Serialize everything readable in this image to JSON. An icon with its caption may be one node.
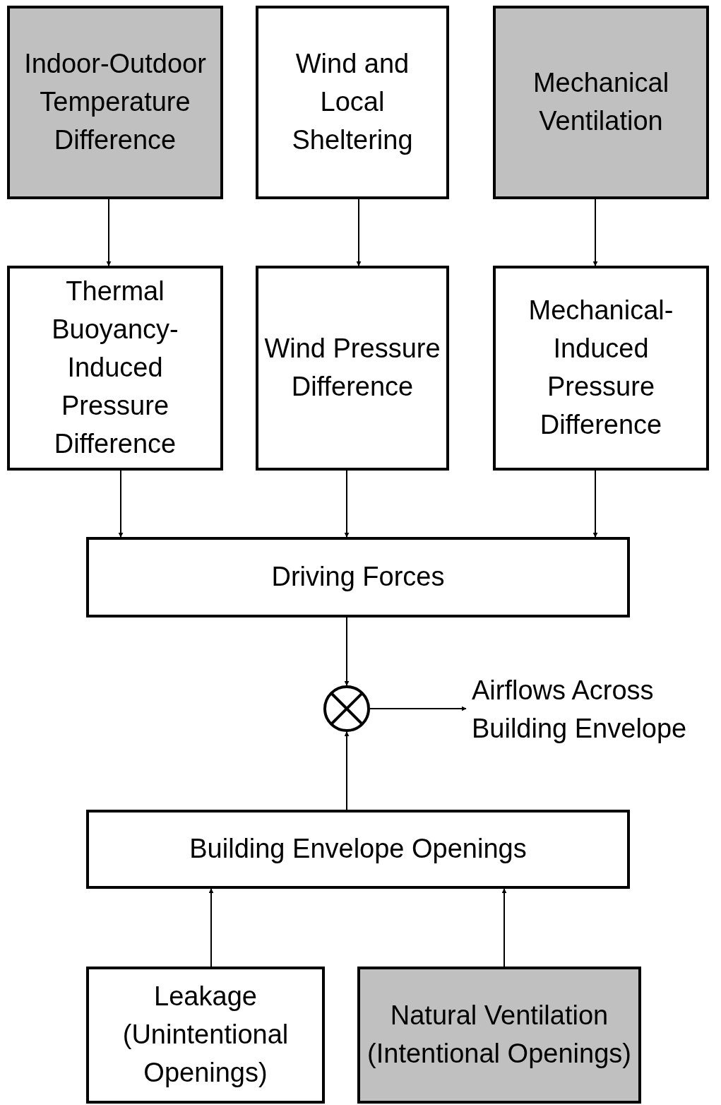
{
  "diagram": {
    "nodes": [
      {
        "text": [
          "Indoor-Outdoor Temperature Difference"
        ]
      },
      {
        "text": [
          "Wind and Local Sheltering"
        ]
      },
      {
        "text": [
          "Mechanical Ventilation"
        ]
      },
      {
        "text": [
          "Thermal Buoyancy-Induced Pressure Difference"
        ]
      },
      {
        "text": [
          "Wind Pressure Difference"
        ]
      },
      {
        "text": [
          "Mechanical-Induced Pressure Difference"
        ]
      },
      {
        "text": [
          "Driving Forces"
        ]
      },
      {
        "text": [],
        "shape": "circle"
      },
      {
        "text": [
          "Airflows Across Building Envelope"
        ]
      },
      {
        "text": [
          "Building Envelope Openings"
        ]
      },
      {
        "text": [
          "Leakage (Unintentional Openings)"
        ]
      },
      {
        "text": [
          "Natural Ventilation (Intentional Openings)"
        ]
      }
    ],
    "edges": [
      {
        "from": 0,
        "to": 3,
        "arrow": "to"
      },
      {
        "from": 1,
        "to": 4,
        "arrow": "to"
      },
      {
        "from": 2,
        "to": 5,
        "arrow": "to"
      },
      {
        "from": 3,
        "to": 6,
        "arrow": "to"
      },
      {
        "from": 4,
        "to": 6,
        "arrow": "to"
      },
      {
        "from": 5,
        "to": 6,
        "arrow": "to"
      },
      {
        "from": 6,
        "to": 7,
        "arrow": "to"
      },
      {
        "from": 7,
        "to": 8,
        "arrow": "to"
      },
      {
        "from": 9,
        "to": 7,
        "arrow": "to"
      },
      {
        "from": 10,
        "to": 9,
        "arrow": "to"
      },
      {
        "from": 11,
        "to": 9,
        "arrow": "to"
      }
    ]
  }
}
